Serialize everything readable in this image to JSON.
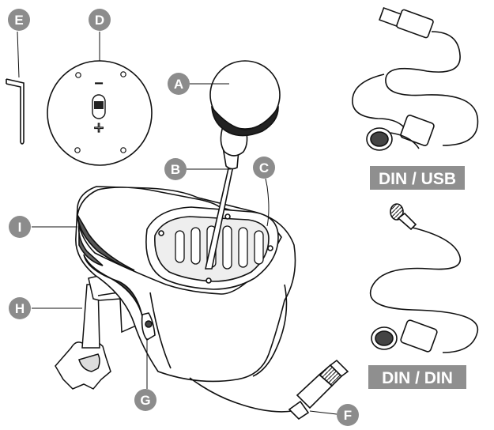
{
  "callouts": {
    "a": "A",
    "b": "B",
    "c": "C",
    "d": "D",
    "e": "E",
    "f": "F",
    "g": "G",
    "h": "H",
    "i": "I"
  },
  "plate_symbols": {
    "minus": "−",
    "plus": "+"
  },
  "cable_tags": {
    "din_usb": "DIN / USB",
    "din_din": "DIN / DIN"
  },
  "colors": {
    "callout_fill": "#8c8c8c",
    "tag_fill": "#8f8f8f",
    "line": "#111111"
  }
}
